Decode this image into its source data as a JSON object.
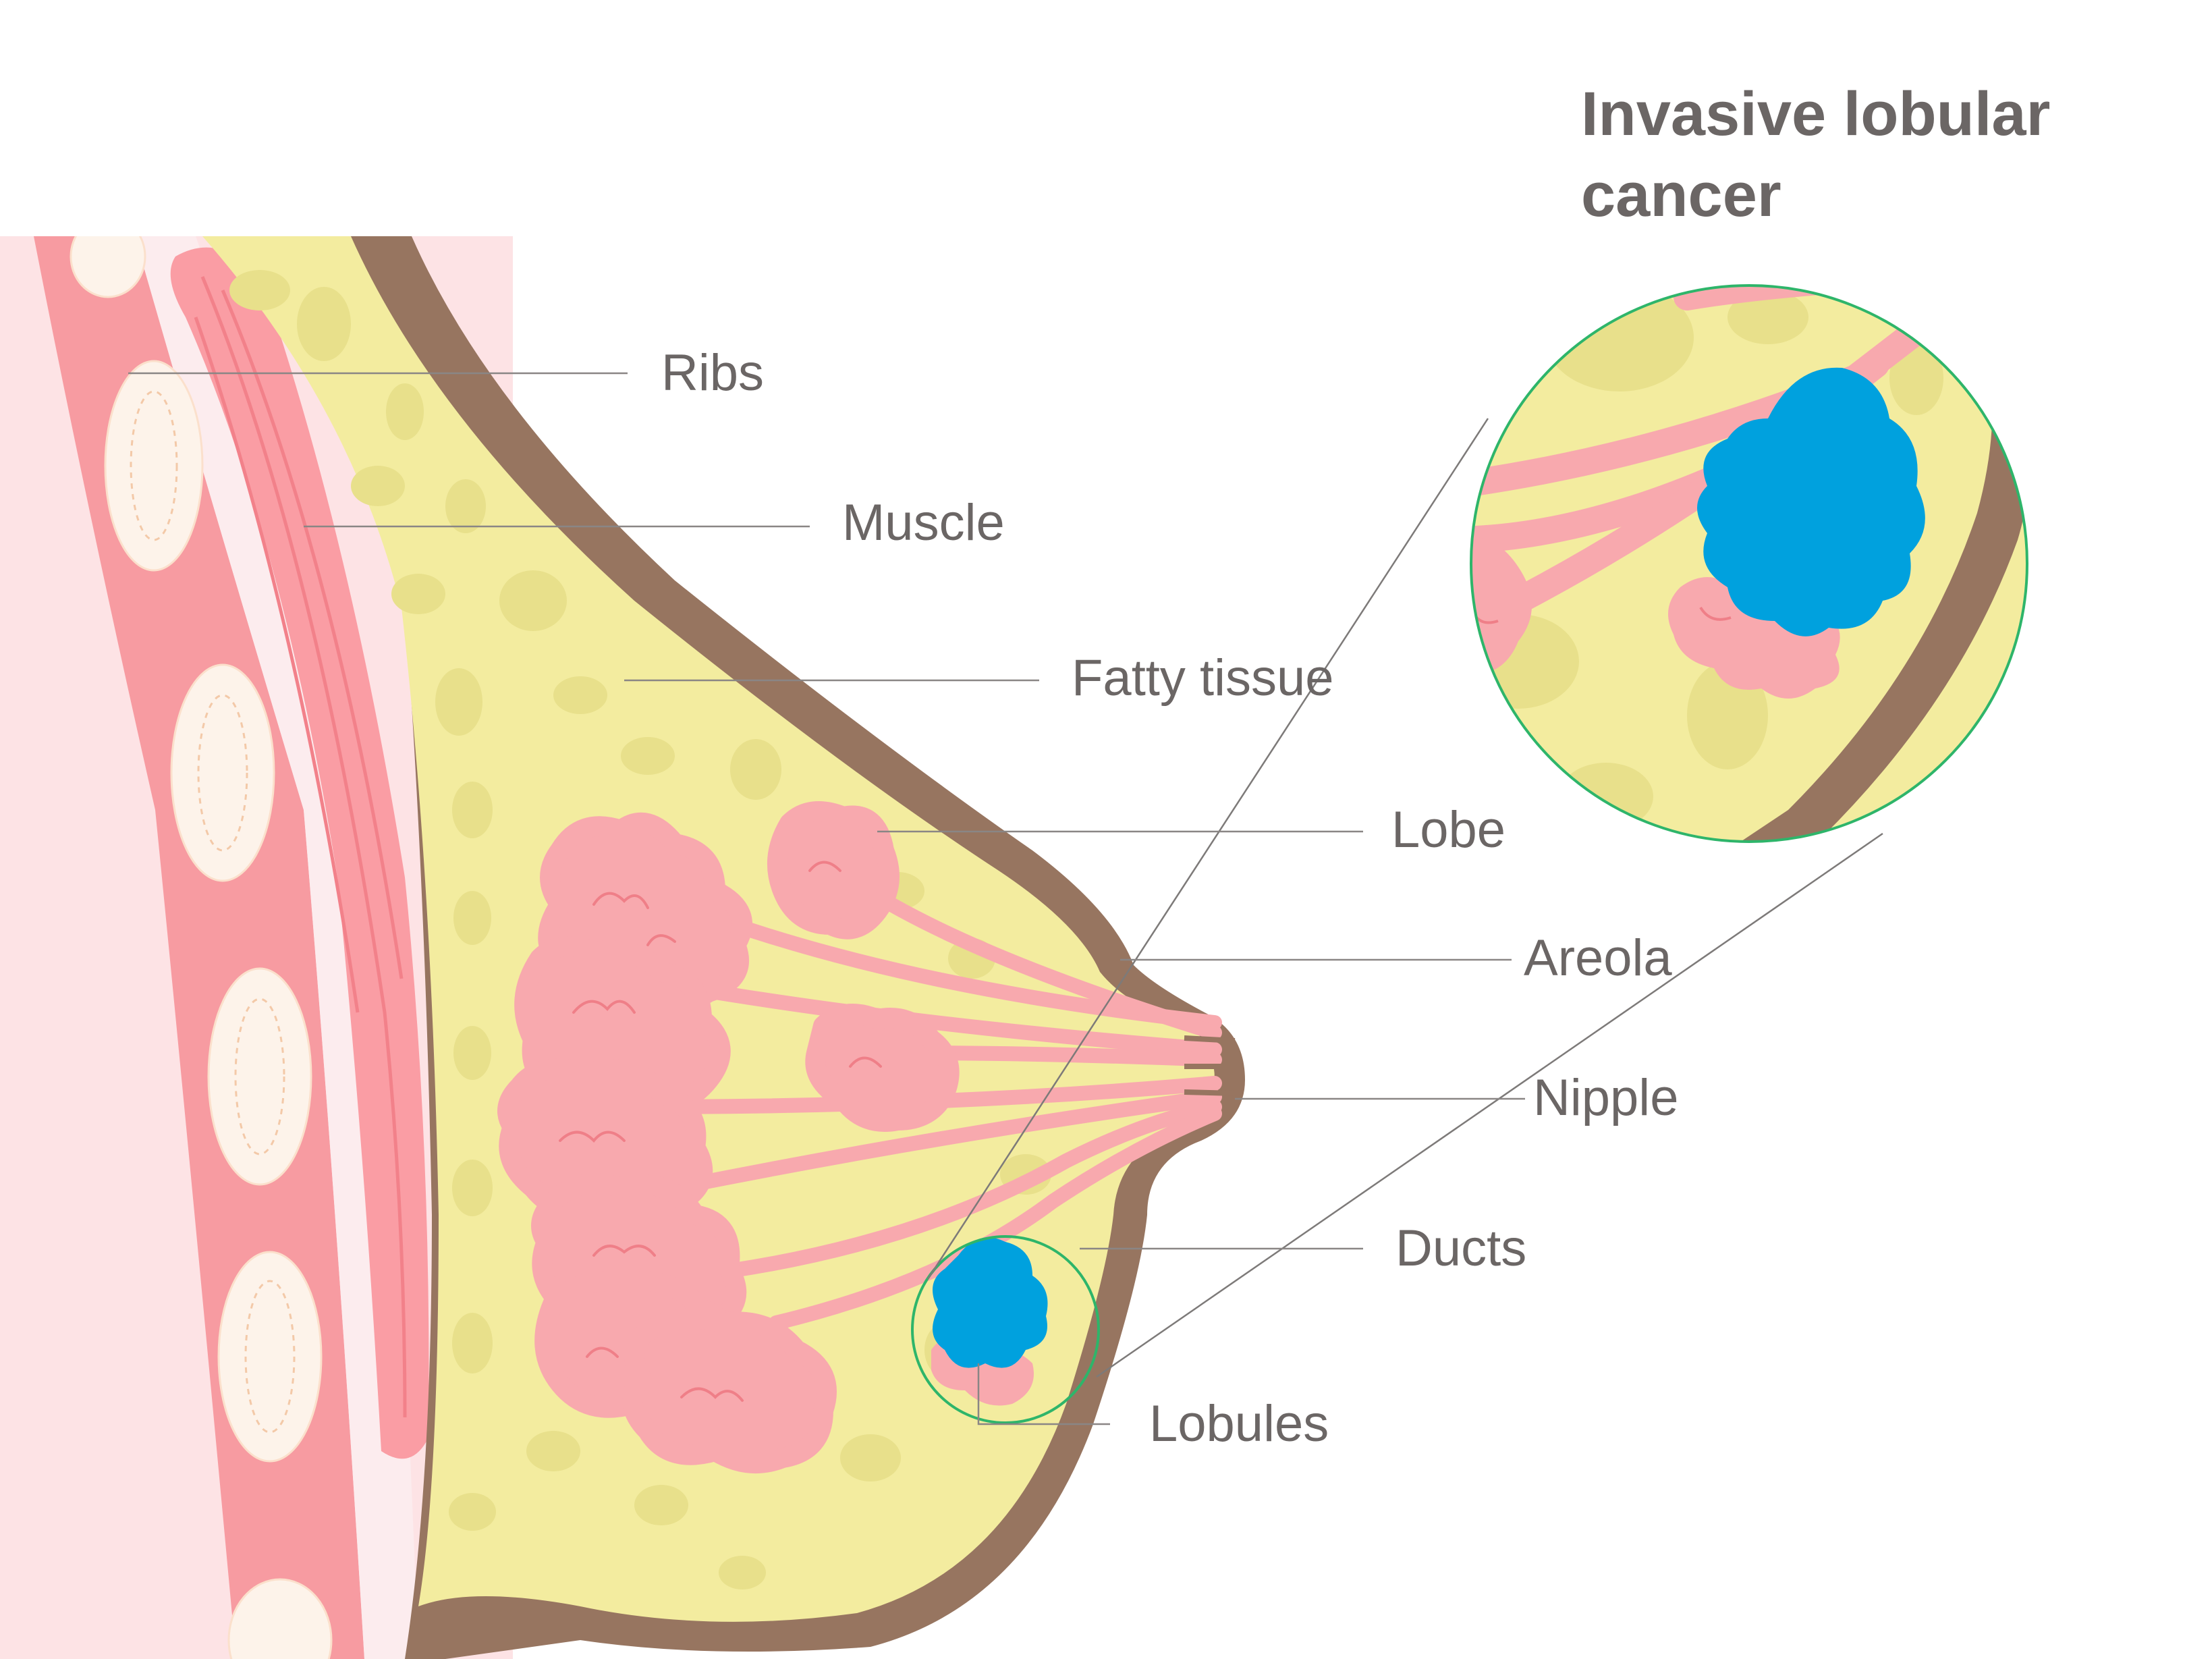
{
  "title": {
    "line1": "Invasive lobular",
    "line2": "cancer"
  },
  "labels": {
    "ribs": "Ribs",
    "muscle": "Muscle",
    "fatty_tissue": "Fatty tissue",
    "lobe": "Lobe",
    "areola": "Areola",
    "nipple": "Nipple",
    "ducts": "Ducts",
    "lobules": "Lobules"
  },
  "colors": {
    "fat": "#f3ec9f",
    "fat_spot": "#e8e08b",
    "skin": "#977560",
    "chest": "#fde3e5",
    "muscle": "#fa9da4",
    "rib_band": "#f79ba1",
    "rib_bone": "#fdf3ea",
    "gland": "#f8a9ae",
    "gland_line": "#ef7f88",
    "tumor": "#00a1de",
    "zoom_ring": "#2eb56a",
    "text": "#6b6665"
  }
}
